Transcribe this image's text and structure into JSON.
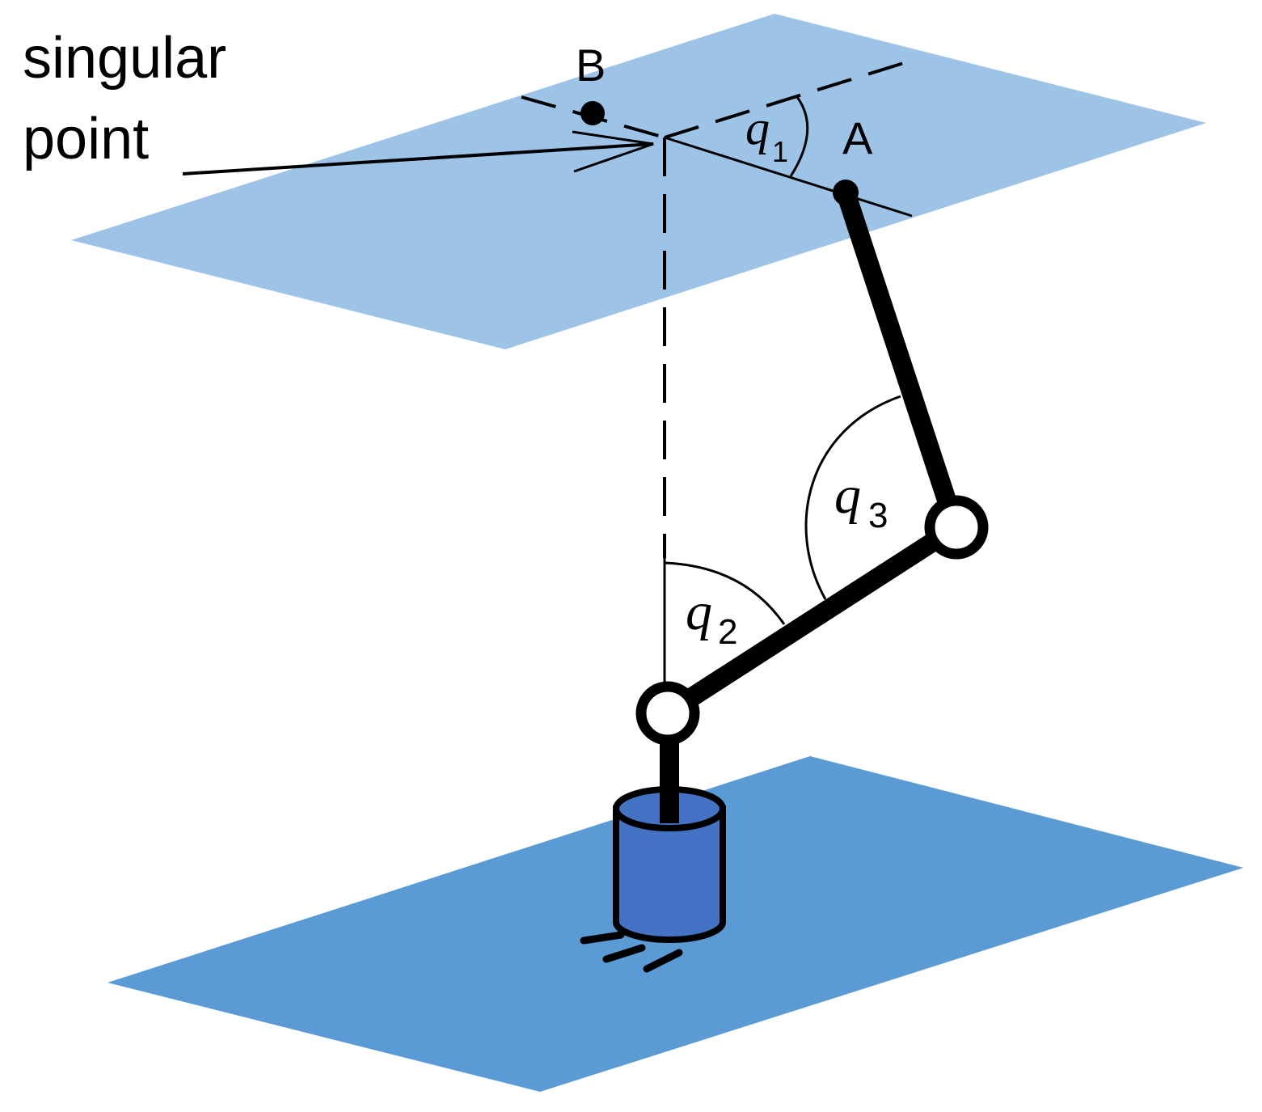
{
  "labels": {
    "singular_line1": "singular",
    "singular_line2": "point",
    "point_b": "B",
    "point_a": "A",
    "q1_var": "q",
    "q1_sub": "1",
    "q2_var": "q",
    "q2_sub": "2",
    "q3_var": "q",
    "q3_sub": "3"
  },
  "colors": {
    "top_plane": "#9DC3E6",
    "bottom_plane": "#5B9BD5",
    "base_cylinder": "#4472C4",
    "links": "#000000",
    "joints_fill": "#ffffff"
  }
}
